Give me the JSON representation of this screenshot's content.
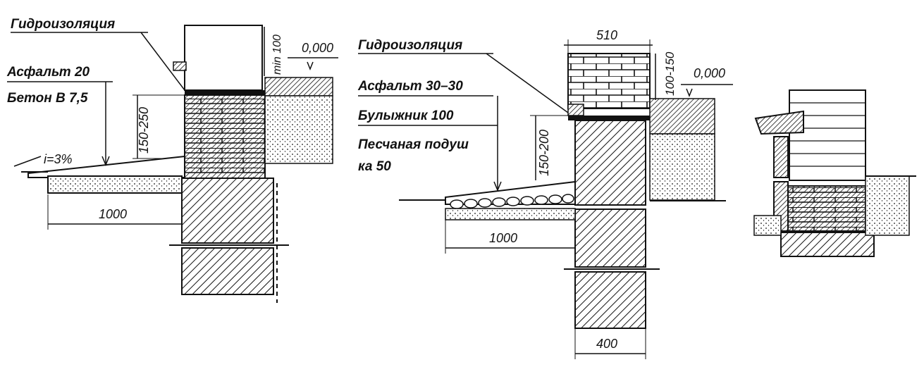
{
  "left_detail": {
    "label_waterproofing": "Гидроизоляция",
    "label_asphalt": "Асфальт 20",
    "label_concrete": "Бетон В 7,5",
    "slope": "i=3%",
    "dim_height": "150-250",
    "dim_min": "min 100",
    "level": "0,000",
    "dim_width": "1000"
  },
  "middle_detail": {
    "label_waterproofing": "Гидроизоляция",
    "label_asphalt": "Асфальт 30–30",
    "label_cobble": "Булыжник 100",
    "label_sand_1": "Песчаная подуш",
    "label_sand_2": "ка 50",
    "dim_wall": "510",
    "dim_height_top": "100-150",
    "level": "0,000",
    "dim_height": "150-200",
    "dim_width": "1000",
    "dim_foundation": "400"
  }
}
